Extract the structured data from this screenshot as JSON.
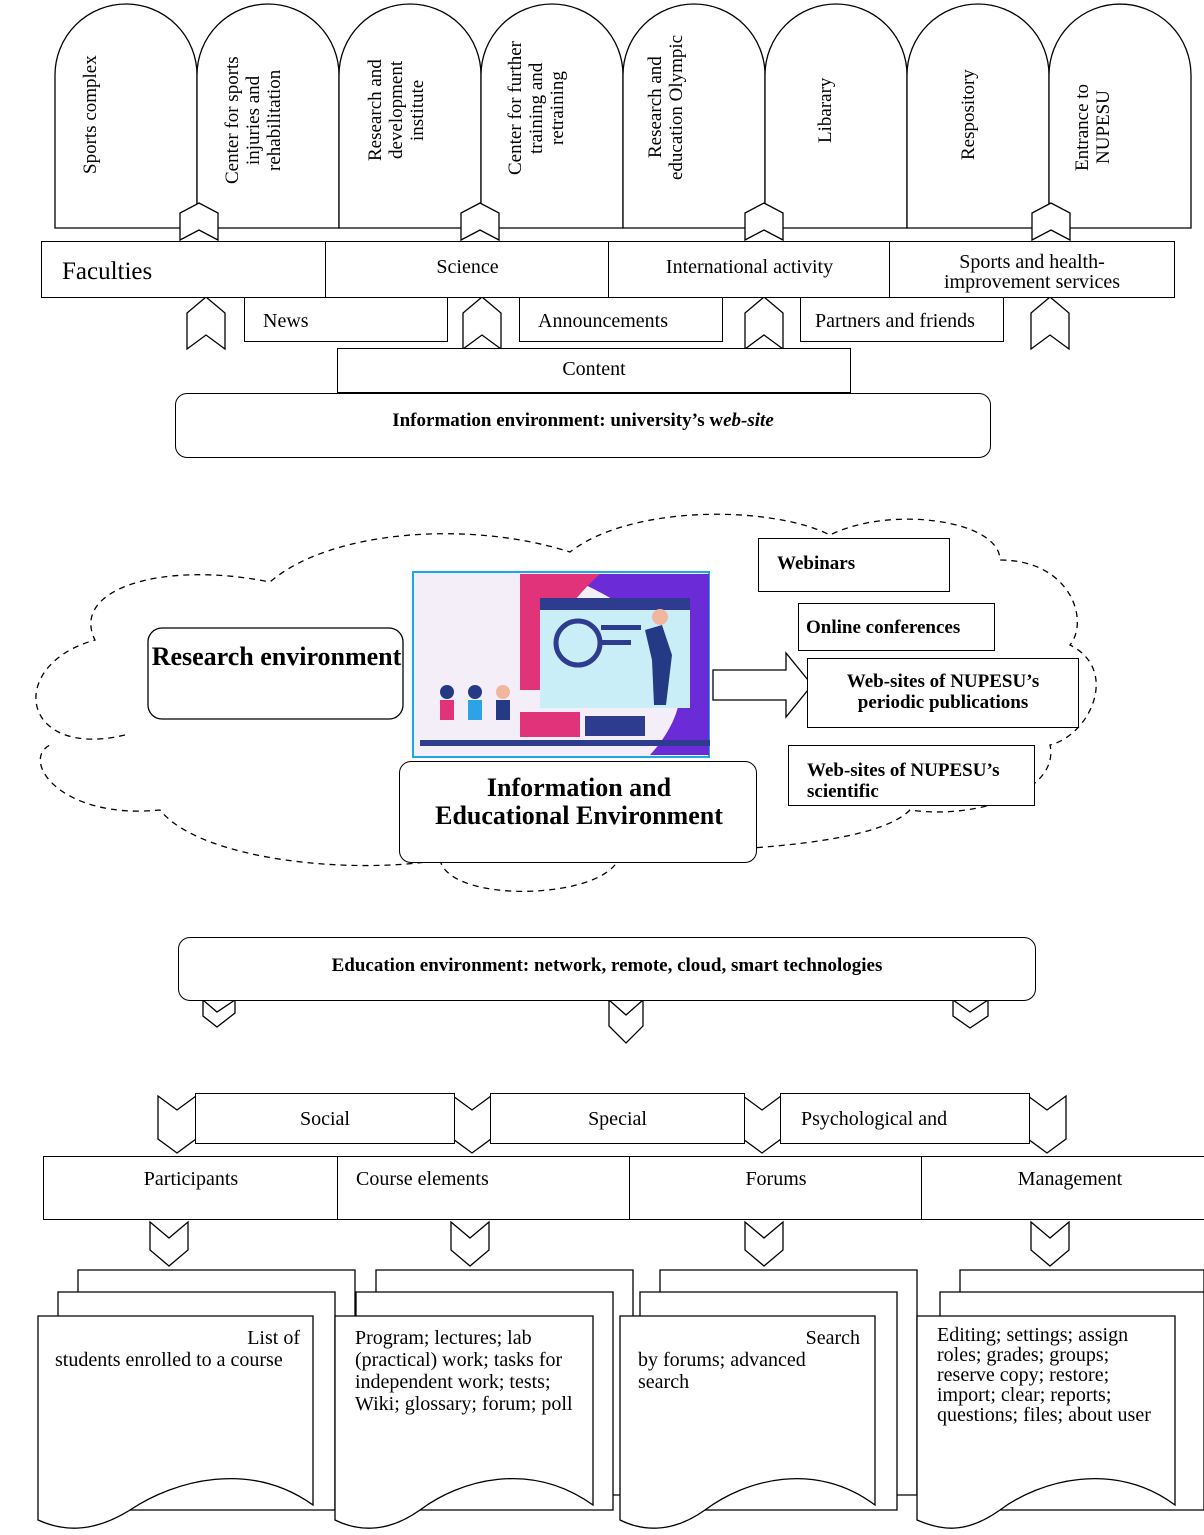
{
  "arches": [
    {
      "label": "Sports complex"
    },
    {
      "label": "Center for sports injuries and rehabilitation"
    },
    {
      "label": "Research and development institute"
    },
    {
      "label": "Center for further training and retraining"
    },
    {
      "label": "Research and education Olympic"
    },
    {
      "label": "Libarary"
    },
    {
      "label": "Respository"
    },
    {
      "label": "Entrance to NUPESU"
    }
  ],
  "website": {
    "faculties": "Faculties",
    "science": "Science",
    "international": "International activity",
    "sports_health": "Sports and health-improvement services",
    "news": "News",
    "announcements": "Announcements",
    "partners": "Partners and friends",
    "content": "Content",
    "title_plain": "Information environment: university’s w",
    "title_italic": "eb-site"
  },
  "research": {
    "research_env": "Research environment",
    "info_edu_env": "Information and Educational Environment",
    "webinars": "Webinars",
    "online_conferences": "Online conferences",
    "periodic_publications": "Web-sites of NUPESU’s periodic publications",
    "scientific": "Web-sites of NUPESU’s scientific"
  },
  "education": {
    "title": "Education environment: network, remote, cloud, smart technologies",
    "social": "Social",
    "special": "Special",
    "psychological": "Psychological and",
    "participants": "Participants",
    "course_elements": "Course elements",
    "forums": "Forums",
    "management": "Management",
    "doc_participants_1": "List of",
    "doc_participants_2": "students enrolled to a course",
    "doc_course": "Program; lectures; lab (practical) work; tasks for independent work; tests; Wiki; glossary; forum; poll",
    "doc_forums_1": "Search",
    "doc_forums_2": "by forums; advanced search",
    "doc_management": "Editing; settings; assign roles; grades; groups; reserve copy; restore; import; clear; reports; questions;  files; about user"
  }
}
